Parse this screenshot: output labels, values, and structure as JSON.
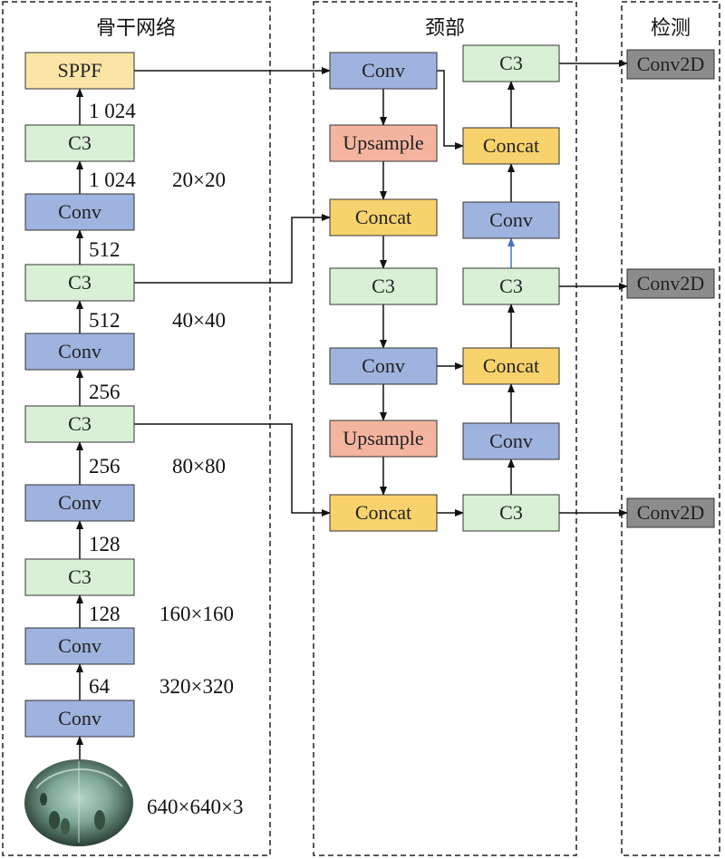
{
  "sections": {
    "backbone": "骨干网络",
    "neck": "颈部",
    "detect": "检测"
  },
  "colors": {
    "conv": "#9fb3df",
    "c3": "#d9f0d6",
    "sppf": "#fbe5a6",
    "concat": "#f8d26c",
    "upsample": "#f4b4a0",
    "conv2d": "#8c8c8c",
    "border": "#333333",
    "highlight_arrow": "#4a72c4"
  },
  "backbone_blocks": [
    "SPPF",
    "C3",
    "Conv",
    "C3",
    "Conv",
    "C3",
    "Conv",
    "C3",
    "Conv",
    "Conv"
  ],
  "channel_labels": [
    "1 024",
    "1 024",
    "512",
    "512",
    "256",
    "256",
    "128",
    "128",
    "64"
  ],
  "size_labels": [
    "20×20",
    "40×40",
    "80×80",
    "160×160",
    "320×320"
  ],
  "input_label": "640×640×3",
  "input_image": "leaf-with-insects-photo",
  "neck_left_blocks": [
    "Conv",
    "Upsample",
    "Concat",
    "C3",
    "Conv",
    "Upsample",
    "Concat"
  ],
  "neck_right_blocks": [
    "C3",
    "Concat",
    "Conv",
    "C3",
    "Concat",
    "Conv",
    "C3"
  ],
  "detect_blocks": [
    "Conv2D",
    "Conv2D",
    "Conv2D"
  ]
}
